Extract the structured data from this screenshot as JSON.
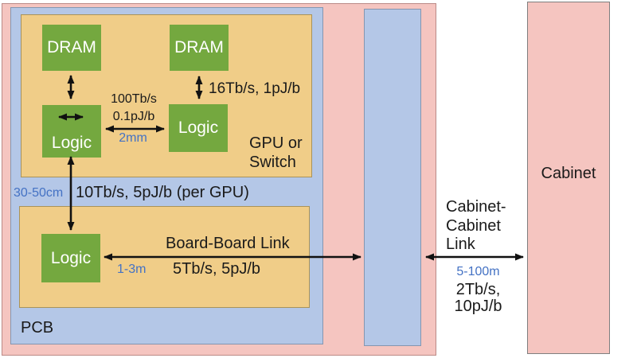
{
  "colors": {
    "cabinet_fill": "#f5c5c0",
    "pcb_fill": "#b4c7e7",
    "package_fill": "#f0cd88",
    "chip_fill": "#74a83f",
    "chip_text": "#ffffff",
    "distance_text": "#4472c4",
    "arrow": "#111111"
  },
  "package": {
    "title_line1": "GPU or",
    "title_line2": "Switch",
    "dram1": "DRAM",
    "dram2": "DRAM",
    "logic1": "Logic",
    "logic2": "Logic"
  },
  "pcb": {
    "label": "PCB",
    "logic3": "Logic"
  },
  "cabinet": {
    "label": "Cabinet"
  },
  "links": {
    "dram_logic": {
      "spec": "16Tb/s, 1pJ/b"
    },
    "logic_logic": {
      "bandwidth": "100Tb/s",
      "energy": "0.1pJ/b",
      "distance": "2mm"
    },
    "gpu_board": {
      "spec": "10Tb/s, 5pJ/b (per GPU)",
      "distance": "30-50cm"
    },
    "board_board": {
      "title": "Board-Board Link",
      "spec": "5Tb/s, 5pJ/b",
      "distance": "1-3m"
    },
    "cabinet_cabinet": {
      "title_line1": "Cabinet-",
      "title_line2": "Cabinet",
      "title_line3": "Link",
      "distance": "5-100m",
      "spec_line1": "2Tb/s,",
      "spec_line2": "10pJ/b"
    }
  }
}
